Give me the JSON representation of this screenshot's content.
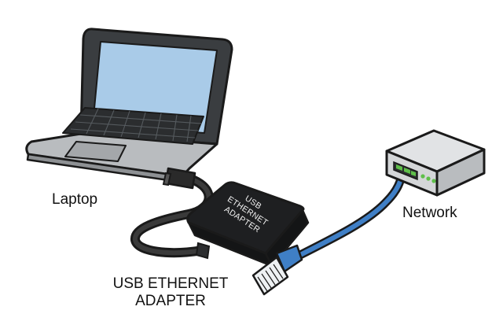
{
  "labels": {
    "laptop": "Laptop",
    "network": "Network",
    "adapter_caption": "USB ETHERNET ADAPTER"
  },
  "adapter_print": {
    "line1": "USB",
    "line2": "ETHERNET",
    "line3": "ADAPTER"
  },
  "colors": {
    "outline": "#1a1a1a",
    "laptop_body": "#b9bcbf",
    "laptop_bezel": "#3a3d40",
    "screen": "#a9cbe8",
    "keyboard": "#2b2d2f",
    "adapter_body": "#1e1f21",
    "cable_black": "#1a1a1a",
    "cable_blue": "#3f7fc6",
    "router_body": "#d4d6d8",
    "port_led": "#5fbf4a"
  },
  "icons": {
    "laptop": "laptop-icon",
    "adapter": "usb-ethernet-adapter-icon",
    "router": "network-router-icon",
    "rj45": "rj45-connector-icon"
  }
}
